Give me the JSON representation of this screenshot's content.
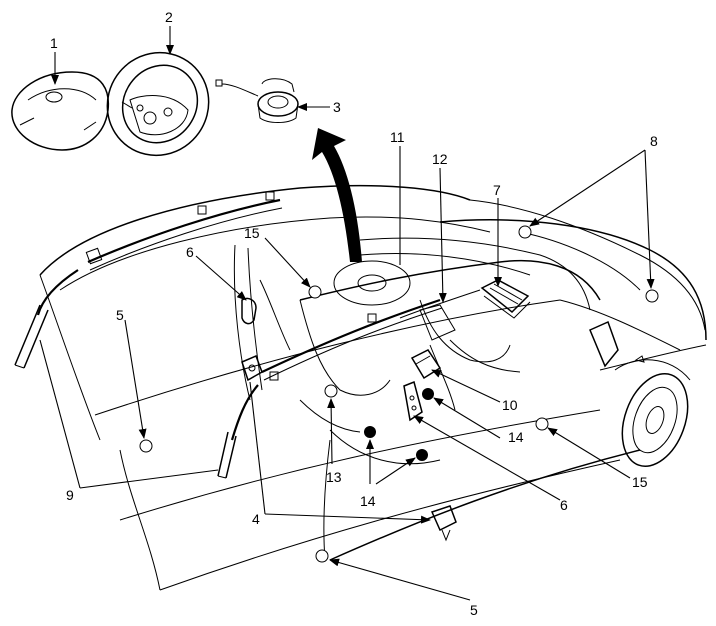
{
  "callouts": {
    "n1": "1",
    "n2": "2",
    "n3": "3",
    "n4": "4",
    "n5a": "5",
    "n5b": "5",
    "n6a": "6",
    "n6b": "6",
    "n7": "7",
    "n8": "8",
    "n9": "9",
    "n10": "10",
    "n11": "11",
    "n12": "12",
    "n13": "13",
    "n14a": "14",
    "n14b": "14",
    "n15a": "15",
    "n15b": "15"
  },
  "sensor_markers": {
    "open": "white-circle",
    "filled": "black-circle"
  }
}
